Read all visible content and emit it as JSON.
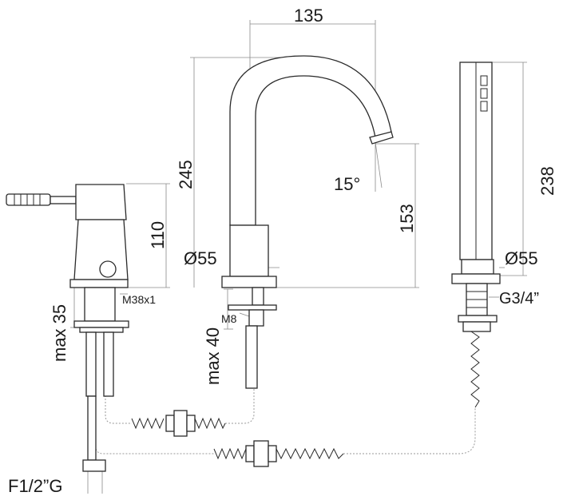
{
  "dimensions": {
    "spout_reach": "135",
    "spout_height": "245",
    "spout_angle": "15°",
    "spout_outlet_height": "153",
    "shower_height": "238",
    "mixer_height": "110",
    "spout_base_diameter": "Ø55",
    "shower_base_diameter": "Ø55",
    "mixer_thread": "M38x1",
    "spout_thread": "M8",
    "shower_thread": "G3/4”",
    "mixer_max_thickness": "max 35",
    "spout_max_thickness": "max 40",
    "hose_connection": "F1/2”G"
  }
}
